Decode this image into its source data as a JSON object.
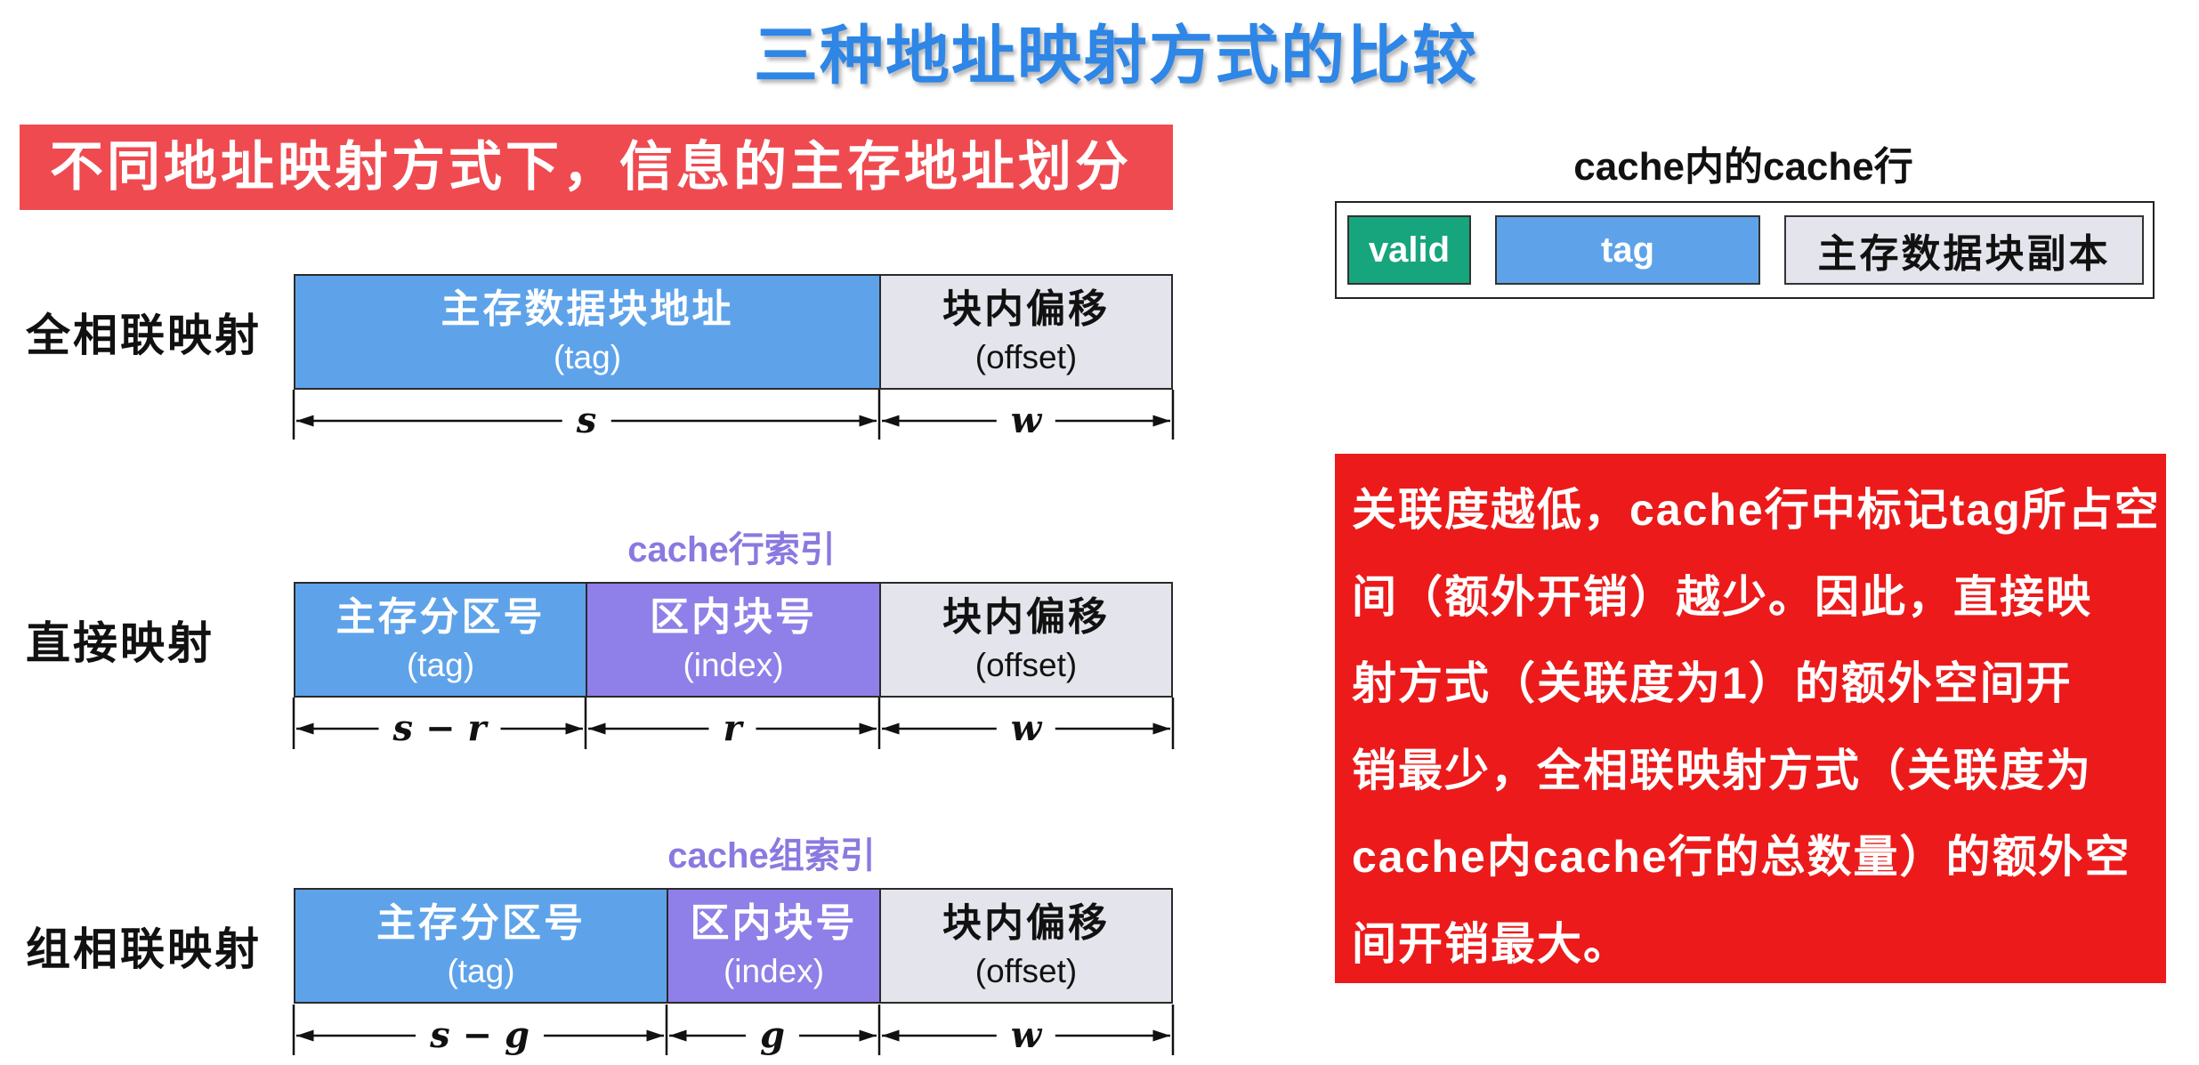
{
  "title": "三种地址映射方式的比较",
  "banner": "不同地址映射方式下，信息的主存地址划分",
  "rows": [
    {
      "label": "全相联映射",
      "fields": [
        {
          "name": "主存数据块地址",
          "sub": "(tag)"
        },
        {
          "name": "块内偏移",
          "sub": "(offset)"
        }
      ],
      "dims": [
        "s",
        "w"
      ]
    },
    {
      "label": "直接映射",
      "index_caption": "cache行索引",
      "fields": [
        {
          "name": "主存分区号",
          "sub": "(tag)"
        },
        {
          "name": "区内块号",
          "sub": "(index)"
        },
        {
          "name": "块内偏移",
          "sub": "(offset)"
        }
      ],
      "dims": [
        "s − r",
        "r",
        "w"
      ]
    },
    {
      "label": "组相联映射",
      "index_caption": "cache组索引",
      "fields": [
        {
          "name": "主存分区号",
          "sub": "(tag)"
        },
        {
          "name": "区内块号",
          "sub": "(index)"
        },
        {
          "name": "块内偏移",
          "sub": "(offset)"
        }
      ],
      "dims": [
        "s − g",
        "g",
        "w"
      ]
    }
  ],
  "cache_line": {
    "title": "cache内的cache行",
    "fields": [
      "valid",
      "tag",
      "主存数据块副本"
    ]
  },
  "note": {
    "lines": [
      "关联度越低，cache行中标记tag所占空",
      "间（额外开销）越少。因此，直接映",
      "射方式（关联度为1）的额外空间开",
      "销最少，全相联映射方式（关联度为",
      "cache内cache行的总数量）的额外空",
      "间开销最大。"
    ]
  },
  "colors": {
    "title": "#2e86e6",
    "banner": "#ef4a50",
    "tag": "#5ea3ea",
    "index": "#8f7fe8",
    "offset": "#e4e5ec",
    "valid": "#17a57d",
    "note": "#ec1a1a",
    "caption": "#8a79e0"
  }
}
